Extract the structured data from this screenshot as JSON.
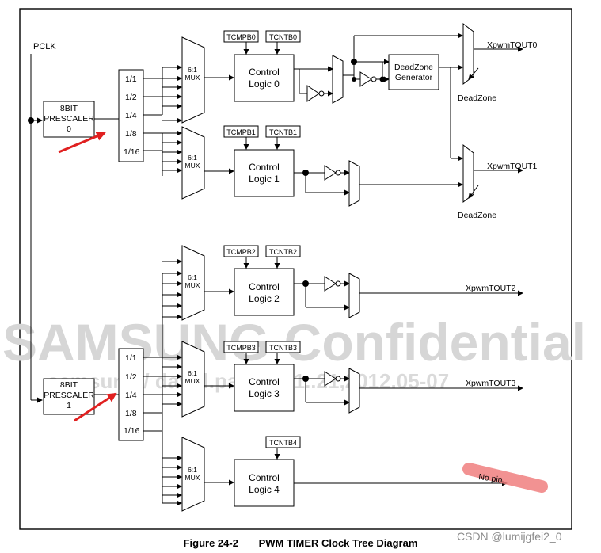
{
  "diagram": {
    "pclk": "PCLK",
    "prescaler0": {
      "line1": "8BIT",
      "line2": "PRESCALER",
      "line3": "0"
    },
    "prescaler1": {
      "line1": "8BIT",
      "line2": "PRESCALER",
      "line3": "1"
    },
    "dividers": [
      "1/1",
      "1/2",
      "1/4",
      "1/8",
      "1/16"
    ],
    "mux": {
      "line1": "6:1",
      "line2": "MUX"
    },
    "timers": [
      {
        "cmp": "TCMPB0",
        "cnt": "TCNTB0",
        "ctrl1": "Control",
        "ctrl2": "Logic 0"
      },
      {
        "cmp": "TCMPB1",
        "cnt": "TCNTB1",
        "ctrl1": "Control",
        "ctrl2": "Logic 1"
      },
      {
        "cmp": "TCMPB2",
        "cnt": "TCNTB2",
        "ctrl1": "Control",
        "ctrl2": "Logic 2"
      },
      {
        "cmp": "TCMPB3",
        "cnt": "TCNTB3",
        "ctrl1": "Control",
        "ctrl2": "Logic 3"
      },
      {
        "cmp": "",
        "cnt": "TCNTB4",
        "ctrl1": "Control",
        "ctrl2": "Logic 4"
      }
    ],
    "deadzone_gen": {
      "line1": "DeadZone",
      "line2": "Generator"
    },
    "deadzone_label": "DeadZone",
    "outputs": [
      "XpwmTOUT0",
      "XpwmTOUT1",
      "XpwmTOUT2",
      "XpwmTOUT3"
    ],
    "no_pin": "No pin"
  },
  "watermark": {
    "main": "SAMSUNG Confidential",
    "sub": "samsung / david.pang at 1..21,2012.05-07"
  },
  "caption": {
    "number": "Figure 24-2",
    "title": "PWM TIMER Clock Tree Diagram"
  },
  "credit": "CSDN @lumijgfei2_0",
  "colors": {
    "arrow": "#e02020",
    "highlight": "#f08080",
    "watermark": "#d0d0d0"
  }
}
